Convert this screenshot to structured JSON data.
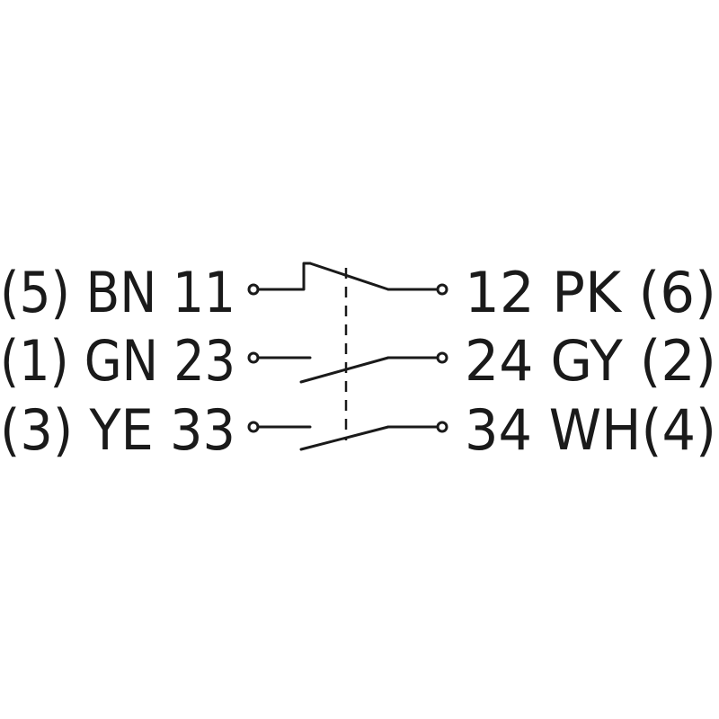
{
  "contacts": [
    {
      "left_label": "(5) BN 11",
      "right_label": "12 PK  (6)",
      "type": "normally-closed"
    },
    {
      "left_label": "(1) GN 23",
      "right_label": "24 GY (2)",
      "type": "normally-open"
    },
    {
      "left_label": "(3) YE 33",
      "right_label": "34 WH(4)",
      "type": "normally-open"
    }
  ],
  "colors": {
    "line": "#1a1a1a",
    "background": "#ffffff"
  }
}
